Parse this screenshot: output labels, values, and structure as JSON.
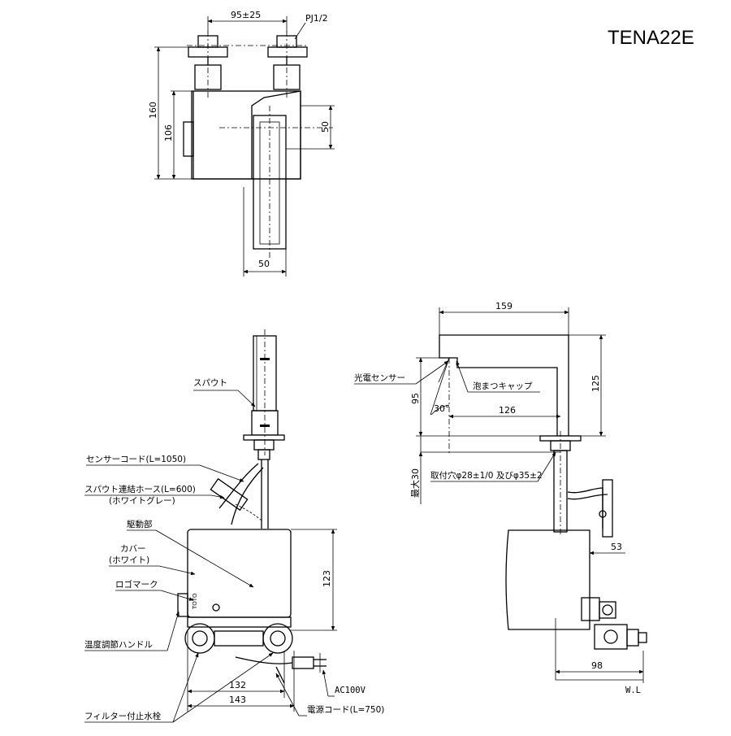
{
  "title": "TENA22E",
  "top_view": {
    "dim_hose_pitch": "95±25",
    "dim_thread": "PJ1/2",
    "dim_height_total": "160",
    "dim_height_body": "106",
    "dim_right": "50",
    "dim_bottom_width": "50"
  },
  "front_view": {
    "label_spout": "スパウト",
    "label_sensor_cord": "センサーコード(L=1050)",
    "label_hose": "スパウト連結ホース(L=600)",
    "label_hose_color": "(ホワイトグレー)",
    "label_drive": "駆動部",
    "label_cover": "カバー",
    "label_cover_color": "(ホワイト)",
    "label_logo": "ロゴマーク",
    "label_temp_handle": "温度調節ハンドル",
    "label_stop_valve": "フィルター付止水栓",
    "label_power_cord": "電源コード(L=750)",
    "label_ac": "AC100V",
    "dim_123": "123",
    "dim_132": "132",
    "dim_143": "143"
  },
  "side_view": {
    "dim_159": "159",
    "dim_125": "125",
    "dim_95": "95",
    "dim_126": "126",
    "dim_angle": "30°",
    "label_sensor": "光電センサー",
    "label_cap": "泡まつキャップ",
    "label_max30": "最大30",
    "label_hole": "取付穴φ28±1/0 及びφ35±2",
    "dim_53": "53",
    "dim_98": "98",
    "label_wl": "W.L"
  }
}
